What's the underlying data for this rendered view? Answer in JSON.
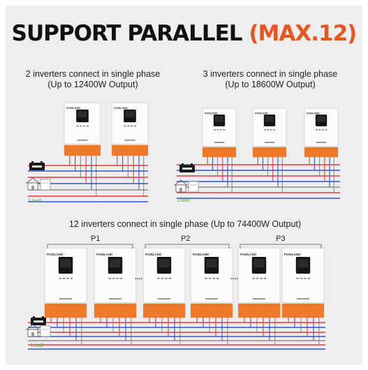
{
  "headline": {
    "text": "SUPPORT PARALLEL",
    "highlight": "(MAX.12)",
    "highlight_color": "#e8561f"
  },
  "sections": {
    "two": {
      "line1": "2 inverters connect in single phase",
      "line2": "(Up to 12400W Output)"
    },
    "three": {
      "line1": "3 inverters connect in single phase",
      "line2": "(Up to 18600W Output)"
    },
    "twelve": {
      "line1": "12 inverters connect in single phase (Up to 74400W Output)"
    }
  },
  "phases": [
    "P1",
    "P2",
    "P3"
  ],
  "brand": "POWLAND",
  "load_label": "Load",
  "colors": {
    "inverter_orange": "#f07a2a",
    "wire_red": "#e23b3b",
    "wire_blue": "#2f55c8",
    "wire_gray": "#8c8c8c",
    "load_green": "#5aa83c"
  }
}
